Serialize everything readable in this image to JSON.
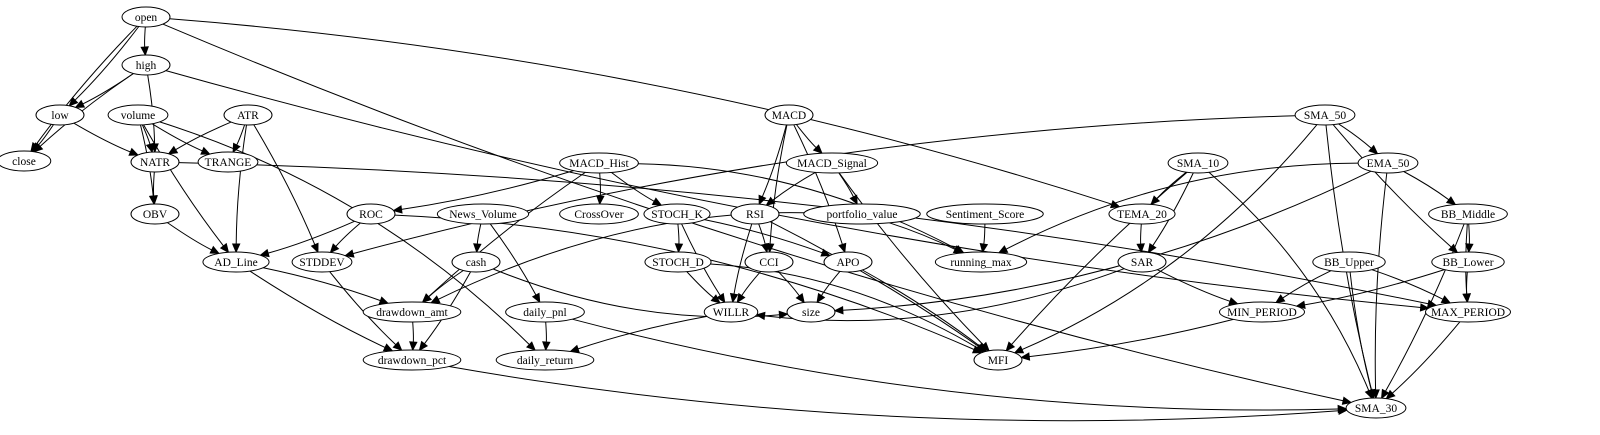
{
  "nodes": [
    {
      "id": "open",
      "label": "open"
    },
    {
      "id": "high",
      "label": "high"
    },
    {
      "id": "low",
      "label": "low"
    },
    {
      "id": "close",
      "label": "close"
    },
    {
      "id": "volume",
      "label": "volume"
    },
    {
      "id": "ATR",
      "label": "ATR"
    },
    {
      "id": "NATR",
      "label": "NATR"
    },
    {
      "id": "TRANGE",
      "label": "TRANGE"
    },
    {
      "id": "OBV",
      "label": "OBV"
    },
    {
      "id": "AD_Line",
      "label": "AD_Line"
    },
    {
      "id": "ROC",
      "label": "ROC"
    },
    {
      "id": "STDDEV",
      "label": "STDDEV"
    },
    {
      "id": "MACD_Hist",
      "label": "MACD_Hist"
    },
    {
      "id": "News_Volume",
      "label": "News_Volume"
    },
    {
      "id": "cash",
      "label": "cash"
    },
    {
      "id": "drawdown_amt",
      "label": "drawdown_amt"
    },
    {
      "id": "drawdown_pct",
      "label": "drawdown_pct"
    },
    {
      "id": "daily_pnl",
      "label": "daily_pnl"
    },
    {
      "id": "daily_return",
      "label": "daily_return"
    },
    {
      "id": "CrossOver",
      "label": "CrossOver"
    },
    {
      "id": "STOCH_K",
      "label": "STOCH_K"
    },
    {
      "id": "STOCH_D",
      "label": "STOCH_D"
    },
    {
      "id": "MACD",
      "label": "MACD"
    },
    {
      "id": "MACD_Signal",
      "label": "MACD_Signal"
    },
    {
      "id": "RSI",
      "label": "RSI"
    },
    {
      "id": "CCI",
      "label": "CCI"
    },
    {
      "id": "WILLR",
      "label": "WILLR"
    },
    {
      "id": "portfolio_value",
      "label": "portfolio_value"
    },
    {
      "id": "APO",
      "label": "APO"
    },
    {
      "id": "size",
      "label": "size"
    },
    {
      "id": "MFI",
      "label": "MFI"
    },
    {
      "id": "Sentiment_Score",
      "label": "Sentiment_Score"
    },
    {
      "id": "running_max",
      "label": "running_max"
    },
    {
      "id": "SMA_10",
      "label": "SMA_10"
    },
    {
      "id": "TEMA_20",
      "label": "TEMA_20"
    },
    {
      "id": "SAR",
      "label": "SAR"
    },
    {
      "id": "MIN_PERIOD",
      "label": "MIN_PERIOD"
    },
    {
      "id": "SMA_50",
      "label": "SMA_50"
    },
    {
      "id": "EMA_50",
      "label": "EMA_50"
    },
    {
      "id": "BB_Middle",
      "label": "BB_Middle"
    },
    {
      "id": "BB_Upper",
      "label": "BB_Upper"
    },
    {
      "id": "BB_Lower",
      "label": "BB_Lower"
    },
    {
      "id": "MAX_PERIOD",
      "label": "MAX_PERIOD"
    },
    {
      "id": "SMA_30",
      "label": "SMA_30"
    }
  ],
  "edges": [
    [
      "open",
      "high"
    ],
    [
      "open",
      "low"
    ],
    [
      "open",
      "close"
    ],
    [
      "open",
      "TEMA_20"
    ],
    [
      "open",
      "SMA_30"
    ],
    [
      "high",
      "low"
    ],
    [
      "high",
      "close"
    ],
    [
      "high",
      "NATR"
    ],
    [
      "high",
      "MAX_PERIOD"
    ],
    [
      "low",
      "close"
    ],
    [
      "low",
      "NATR"
    ],
    [
      "volume",
      "NATR"
    ],
    [
      "volume",
      "TRANGE"
    ],
    [
      "volume",
      "OBV"
    ],
    [
      "volume",
      "AD_Line"
    ],
    [
      "volume",
      "daily_return"
    ],
    [
      "ATR",
      "NATR"
    ],
    [
      "ATR",
      "TRANGE"
    ],
    [
      "ATR",
      "AD_Line"
    ],
    [
      "ATR",
      "STDDEV"
    ],
    [
      "NATR",
      "OBV"
    ],
    [
      "NATR",
      "MAX_PERIOD"
    ],
    [
      "OBV",
      "AD_Line"
    ],
    [
      "AD_Line",
      "drawdown_amt"
    ],
    [
      "AD_Line",
      "drawdown_pct"
    ],
    [
      "ROC",
      "AD_Line"
    ],
    [
      "ROC",
      "STDDEV"
    ],
    [
      "ROC",
      "MFI"
    ],
    [
      "STDDEV",
      "drawdown_pct"
    ],
    [
      "MACD_Hist",
      "ROC"
    ],
    [
      "MACD_Hist",
      "drawdown_amt"
    ],
    [
      "MACD_Hist",
      "CrossOver"
    ],
    [
      "MACD_Hist",
      "STOCH_K"
    ],
    [
      "MACD_Hist",
      "running_max"
    ],
    [
      "News_Volume",
      "cash"
    ],
    [
      "News_Volume",
      "daily_pnl"
    ],
    [
      "cash",
      "drawdown_amt"
    ],
    [
      "cash",
      "drawdown_pct"
    ],
    [
      "cash",
      "size"
    ],
    [
      "drawdown_amt",
      "drawdown_pct"
    ],
    [
      "drawdown_pct",
      "SMA_30"
    ],
    [
      "daily_pnl",
      "daily_return"
    ],
    [
      "daily_pnl",
      "SMA_30"
    ],
    [
      "STOCH_K",
      "STOCH_D"
    ],
    [
      "STOCH_K",
      "WILLR"
    ],
    [
      "STOCH_K",
      "APO"
    ],
    [
      "STOCH_D",
      "WILLR"
    ],
    [
      "STOCH_D",
      "MFI"
    ],
    [
      "MACD",
      "MACD_Signal"
    ],
    [
      "MACD",
      "RSI"
    ],
    [
      "MACD",
      "CCI"
    ],
    [
      "MACD",
      "APO"
    ],
    [
      "MACD_Signal",
      "RSI"
    ],
    [
      "MACD_Signal",
      "portfolio_value"
    ],
    [
      "MACD_Signal",
      "MFI"
    ],
    [
      "RSI",
      "CCI"
    ],
    [
      "RSI",
      "WILLR"
    ],
    [
      "RSI",
      "MFI"
    ],
    [
      "CCI",
      "WILLR"
    ],
    [
      "CCI",
      "size"
    ],
    [
      "portfolio_value",
      "drawdown_amt"
    ],
    [
      "portfolio_value",
      "running_max"
    ],
    [
      "APO",
      "size"
    ],
    [
      "APO",
      "MFI"
    ],
    [
      "WILLR",
      "daily_return"
    ],
    [
      "Sentiment_Score",
      "running_max"
    ],
    [
      "SMA_10",
      "TEMA_20"
    ],
    [
      "SMA_10",
      "SAR"
    ],
    [
      "SMA_10",
      "MFI"
    ],
    [
      "SMA_10",
      "SMA_30"
    ],
    [
      "TEMA_20",
      "SAR"
    ],
    [
      "SAR",
      "WILLR"
    ],
    [
      "SAR",
      "MIN_PERIOD"
    ],
    [
      "MIN_PERIOD",
      "MFI"
    ],
    [
      "SMA_50",
      "STDDEV"
    ],
    [
      "SMA_50",
      "EMA_50"
    ],
    [
      "SMA_50",
      "BB_Lower"
    ],
    [
      "SMA_50",
      "MFI"
    ],
    [
      "SMA_50",
      "SMA_30"
    ],
    [
      "EMA_50",
      "BB_Middle"
    ],
    [
      "EMA_50",
      "running_max"
    ],
    [
      "EMA_50",
      "size"
    ],
    [
      "EMA_50",
      "SMA_30"
    ],
    [
      "BB_Middle",
      "BB_Lower"
    ],
    [
      "BB_Middle",
      "MAX_PERIOD"
    ],
    [
      "BB_Middle",
      "SMA_30"
    ],
    [
      "BB_Upper",
      "MIN_PERIOD"
    ],
    [
      "BB_Upper",
      "MAX_PERIOD"
    ],
    [
      "BB_Upper",
      "SMA_30"
    ],
    [
      "BB_Lower",
      "MIN_PERIOD"
    ],
    [
      "BB_Lower",
      "MAX_PERIOD"
    ],
    [
      "MAX_PERIOD",
      "SMA_30"
    ]
  ]
}
